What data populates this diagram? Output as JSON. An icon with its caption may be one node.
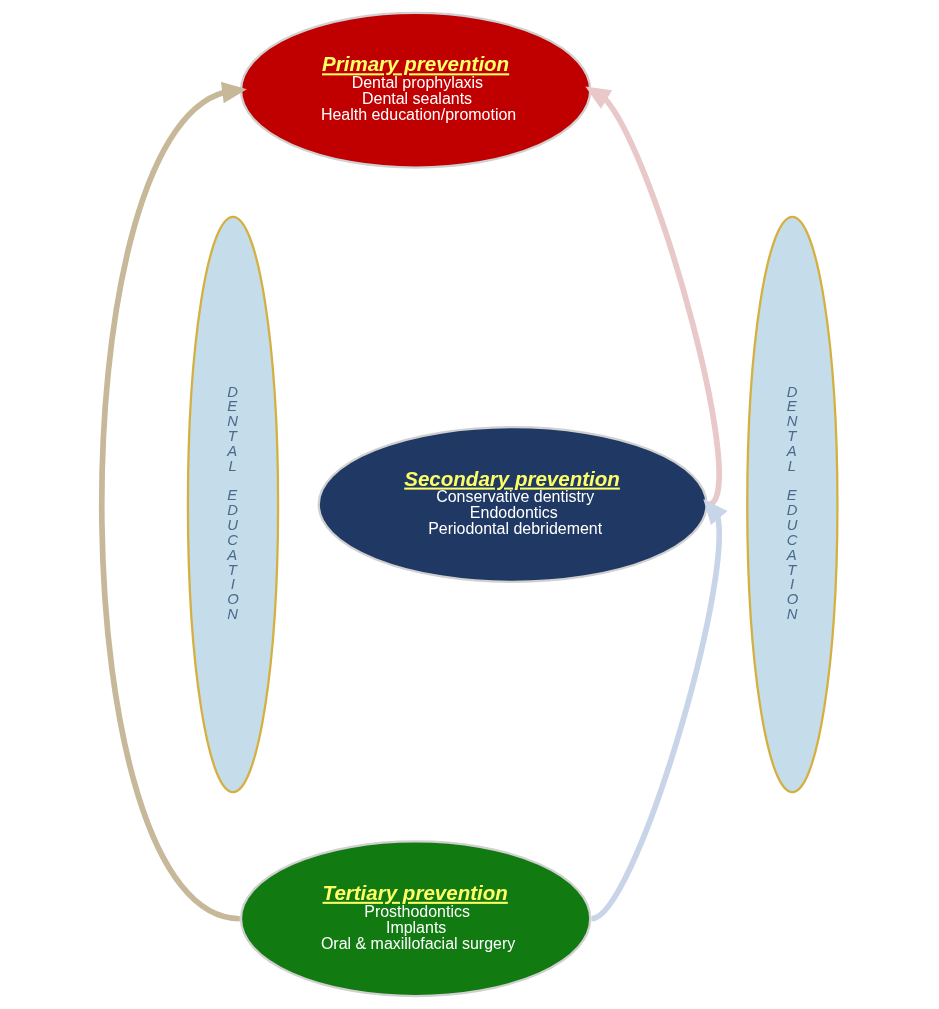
{
  "diagram": {
    "nodes": [
      {
        "text": [
          "DENTAL EDUCATION"
        ]
      },
      {
        "text": [
          "Primary prevention",
          "Dental prophylaxis",
          "Dental sealants",
          "Health education/promotion"
        ]
      },
      {
        "text": [
          "Secondary prevention",
          "Conservative dentistry",
          "Endodontics",
          "Periodontal debridement"
        ]
      },
      {
        "text": [
          "Tertiary prevention",
          "Prosthodontics",
          "Implants",
          "Oral & maxillofacial surgery"
        ]
      },
      {
        "text": [
          "DENTAL EDUCATION"
        ]
      }
    ],
    "edges": [
      {
        "from": 3,
        "to": 1,
        "arrow": "to",
        "color": "#c8b89a"
      },
      {
        "from": 2,
        "to": 1,
        "arrow": "to",
        "color": "#e8c8c8"
      },
      {
        "from": 3,
        "to": 2,
        "arrow": "to",
        "color": "#c8d4e8"
      }
    ]
  }
}
